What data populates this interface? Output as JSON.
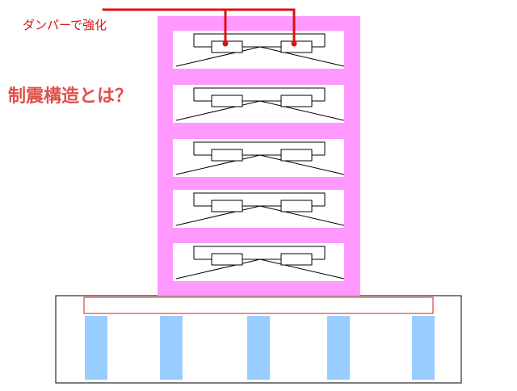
{
  "labels": {
    "title": "制震構造とは？",
    "callout": "ダンパーで強化"
  },
  "colors": {
    "frame": "#ff99ff",
    "callout": "#dd1111",
    "title": "#e0504a",
    "pile": "#99ccff",
    "slab_outline": "#cc2222",
    "line": "#000000",
    "background": "#ffffff"
  },
  "building": {
    "floors": 5,
    "dampers_per_floor": 2,
    "piles": 5
  },
  "icons": {
    "damper": "damper-rect",
    "brace": "chevron-brace"
  }
}
